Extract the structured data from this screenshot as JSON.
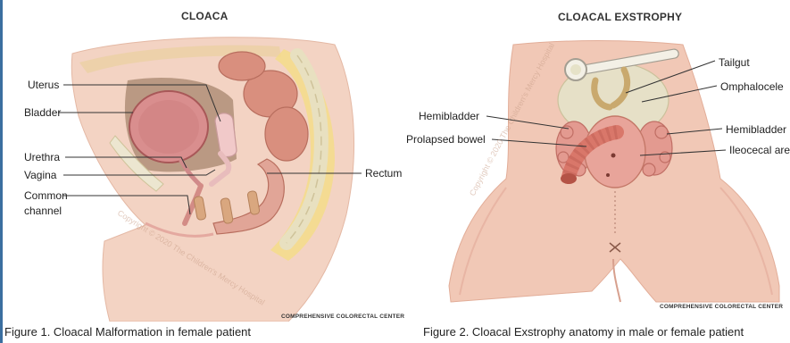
{
  "figure1": {
    "title": "CLOACA",
    "labels": {
      "uterus": "Uterus",
      "bladder": "Bladder",
      "urethra": "Urethra",
      "vagina": "Vagina",
      "common_1": "Common",
      "common_2": "channel",
      "rectum": "Rectum"
    },
    "watermark": "Copyright © 2020 The Children's Mercy Hospital",
    "footer": "COMPREHENSIVE COLORECTAL CENTER",
    "caption": "Figure 1. Cloacal Malformation in female patient"
  },
  "figure2": {
    "title": "CLOACAL EXSTROPHY",
    "labels": {
      "tailgut": "Tailgut",
      "omphalocele": "Omphalocele",
      "hemibladder_left": "Hemibladder",
      "hemibladder_right": "Hemibladder",
      "prolapsed_bowel": "Prolapsed bowel",
      "ileocecal": "Ileocecal area"
    },
    "watermark": "Copyright © 2020 The Children's Mercy Hospital",
    "footer": "COMPREHENSIVE COLORECTAL CENTER",
    "caption": "Figure 2. Cloacal Exstrophy anatomy in male or female patient"
  }
}
